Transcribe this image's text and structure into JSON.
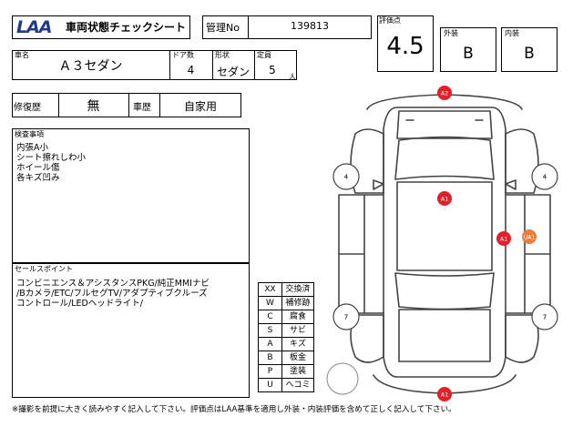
{
  "header": {
    "logo_text": "LAA",
    "sheet_title": "車両状態チェックシート",
    "control_no_label": "管理No",
    "control_no_value": "139813"
  },
  "ratings": {
    "score_label": "評価点",
    "score_value": "4.5",
    "exterior_label": "外装",
    "exterior_value": "B",
    "interior_label": "内装",
    "interior_value": "B"
  },
  "vehicle": {
    "name_label": "車名",
    "name_value": "Ａ３セダン",
    "doors_label": "ドア数",
    "doors_value": "4",
    "shape_label": "形状",
    "shape_value": "セダン",
    "capacity_label": "定員",
    "capacity_value": "5",
    "capacity_unit": "人"
  },
  "history": {
    "repair_label": "修復歴",
    "repair_value": "無",
    "usage_label": "車歴",
    "usage_value": "自家用"
  },
  "inspection": {
    "label": "検査事項",
    "lines": [
      "内張A小",
      "シート擦れしわ小",
      "ホイール傷",
      "各キズ凹み"
    ]
  },
  "selling_points": {
    "label": "セールスポイント",
    "lines": [
      "コンビニエンス＆アシスタンスPKG/純正MMIナビ",
      "/Bカメラ/ETC/フルセグTV/アダプティブクルーズ",
      "コントロール/LEDヘッドライト/"
    ]
  },
  "legend": [
    {
      "code": "XX",
      "meaning": "交換済"
    },
    {
      "code": "W",
      "meaning": "補修跡"
    },
    {
      "code": "C",
      "meaning": "腐食"
    },
    {
      "code": "S",
      "meaning": "サビ"
    },
    {
      "code": "A",
      "meaning": "キズ"
    },
    {
      "code": "B",
      "meaning": "板金"
    },
    {
      "code": "P",
      "meaning": "塗装"
    },
    {
      "code": "U",
      "meaning": "ヘコミ"
    }
  ],
  "diagram_marks": {
    "front_bumper": "A2",
    "roof": "A1",
    "wheel_front_left": "4",
    "wheel_front_right": "4",
    "wheel_rear_left": "7",
    "wheel_rear_right": "7",
    "side_red": "A1",
    "side_orange": "UA1",
    "rear_bumper": "A1",
    "colors": {
      "red": "#e3202a",
      "orange": "#ef7b3c",
      "line": "#444444"
    }
  },
  "footer_note": "※撮影を前提に大きく読みやすく記入して下さい。評価点はLAA基準を適用し外装・内装評価を含めて正しく記入して下さい。"
}
